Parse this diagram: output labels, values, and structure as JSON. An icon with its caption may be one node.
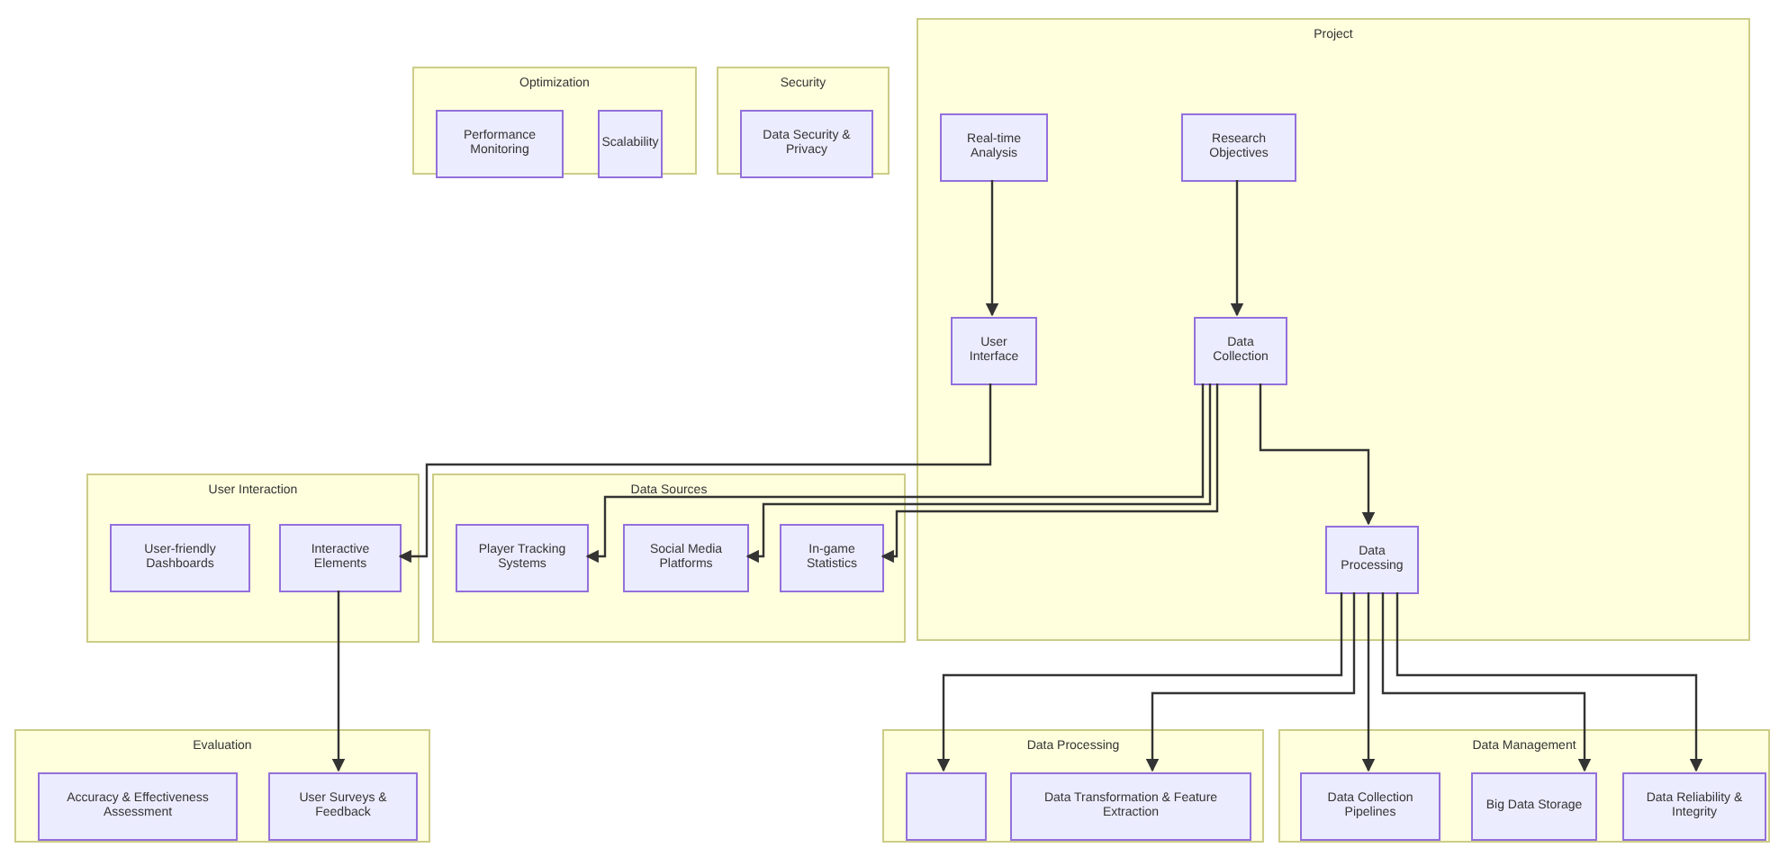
{
  "diagram": {
    "nodes": [
      {
        "text": [
          "Optimization"
        ]
      },
      {
        "text": [
          "Performance Monitoring"
        ],
        "in": 0
      },
      {
        "text": [
          "Scalability"
        ],
        "in": 0
      },
      {
        "text": [
          "Security"
        ]
      },
      {
        "text": [
          "Data Security & Privacy"
        ],
        "in": 3
      },
      {
        "text": [
          "Project"
        ]
      },
      {
        "text": [
          "Real-time Analysis"
        ],
        "in": 5
      },
      {
        "text": [
          "Research Objectives"
        ],
        "in": 5
      },
      {
        "text": [
          "User Interface"
        ],
        "in": 5
      },
      {
        "text": [
          "Data Collection"
        ],
        "in": 5
      },
      {
        "text": [
          "Data Processing"
        ],
        "in": 5
      },
      {
        "text": [
          "User Interaction"
        ]
      },
      {
        "text": [
          "User-friendly Dashboards"
        ],
        "in": 11
      },
      {
        "text": [
          "Interactive Elements"
        ],
        "in": 11
      },
      {
        "text": [
          "Data Sources"
        ]
      },
      {
        "text": [
          "Player Tracking Systems"
        ],
        "in": 14
      },
      {
        "text": [
          "Social Media Platforms"
        ],
        "in": 14
      },
      {
        "text": [
          "In-game Statistics"
        ],
        "in": 14
      },
      {
        "text": [
          "Evaluation"
        ]
      },
      {
        "text": [
          "Accuracy & Effectiveness Assessment"
        ],
        "in": 18
      },
      {
        "text": [
          "User Surveys & Feedback"
        ],
        "in": 18
      },
      {
        "text": [
          "Data Processing"
        ]
      },
      {
        "text": [],
        "shape": "box",
        "in": 21
      },
      {
        "text": [
          "Data Transformation & Feature Extraction"
        ],
        "in": 21
      },
      {
        "text": [
          "Data Management"
        ]
      },
      {
        "text": [
          "Data Collection Pipelines"
        ],
        "in": 24
      },
      {
        "text": [
          "Big Data Storage"
        ],
        "in": 24
      },
      {
        "text": [
          "Data Reliability & Integrity"
        ],
        "in": 24
      }
    ],
    "edges": [
      {
        "from": 6,
        "to": 8,
        "arrow": "to"
      },
      {
        "from": 7,
        "to": 9,
        "arrow": "to"
      },
      {
        "from": 8,
        "to": 13,
        "arrow": "to"
      },
      {
        "from": 9,
        "to": 15,
        "arrow": "to"
      },
      {
        "from": 9,
        "to": 16,
        "arrow": "to"
      },
      {
        "from": 9,
        "to": 17,
        "arrow": "to"
      },
      {
        "from": 9,
        "to": 10,
        "arrow": "to"
      },
      {
        "from": 13,
        "to": 20,
        "arrow": "to"
      },
      {
        "from": 10,
        "to": 22,
        "arrow": "to"
      },
      {
        "from": 10,
        "to": 23,
        "arrow": "to"
      },
      {
        "from": 10,
        "to": 25,
        "arrow": "to"
      },
      {
        "from": 10,
        "to": 26,
        "arrow": "to"
      },
      {
        "from": 10,
        "to": 27,
        "arrow": "to"
      }
    ]
  }
}
